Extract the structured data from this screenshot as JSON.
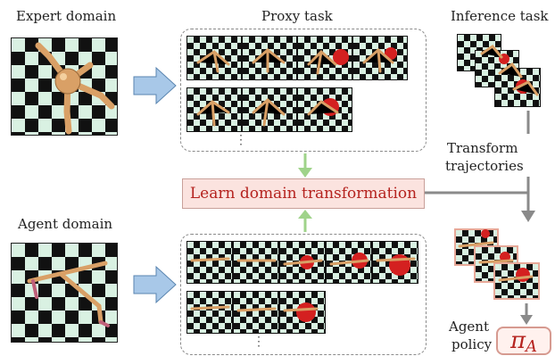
{
  "labels": {
    "expert_domain": "Expert domain",
    "proxy_task": "Proxy task",
    "inference_task": "Inference task",
    "transform_line1": "Transform",
    "transform_line2": "trajectories",
    "learn_transformation": "Learn domain transformation",
    "agent_domain": "Agent domain",
    "agent_policy_line1": "Agent",
    "agent_policy_line2": "policy",
    "policy_symbol_main": "π",
    "policy_symbol_sub": "A",
    "ellipsis": "⋮"
  },
  "colors": {
    "checker_light": "#d9f1e2",
    "checker_dark": "#111111",
    "learn_fill": "#fbe3df",
    "learn_text": "#b5231f",
    "arrow_blue": "#a8c8e8",
    "arrow_green": "#9fd38a",
    "arrow_gray": "#8a8a8a",
    "robot_tan": "#d9a066",
    "target_red": "#d42020"
  },
  "icons": {
    "expert_robot": "ant-robot-icon",
    "agent_robot": "four-leg-robot-icon",
    "target": "red-ball-icon"
  }
}
